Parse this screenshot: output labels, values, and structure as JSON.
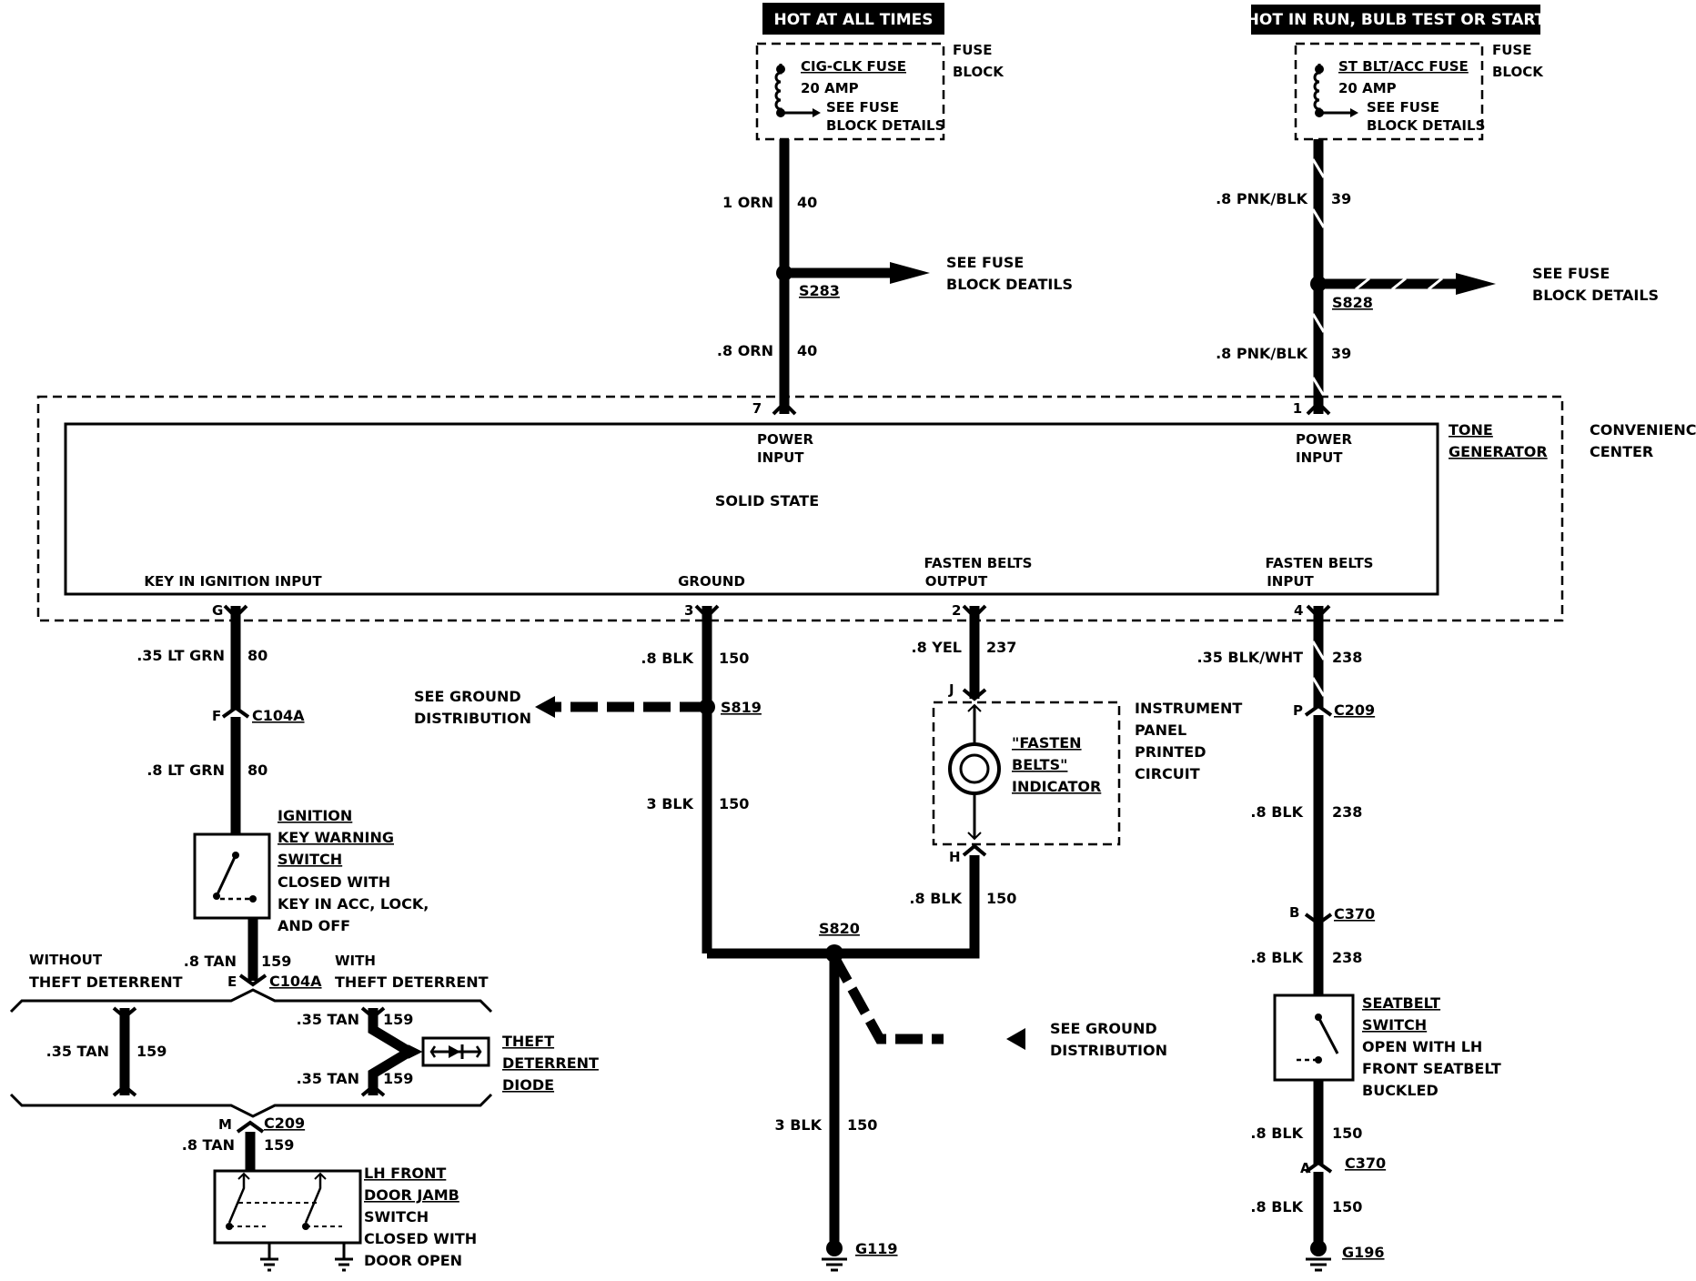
{
  "headers": {
    "hot_at_all_times": "HOT AT ALL TIMES",
    "hot_in_run": "HOT IN RUN, BULB TEST OR START"
  },
  "fuses": {
    "left": {
      "name": "CIG-CLK FUSE",
      "rating": "20 AMP",
      "see1": "SEE FUSE",
      "see2": "BLOCK DETAILS"
    },
    "right": {
      "name": "ST BLT/ACC FUSE",
      "rating": "20 AMP",
      "see1": "SEE FUSE",
      "see2": "BLOCK DETAILS"
    },
    "block_label1": "FUSE",
    "block_label2": "BLOCK"
  },
  "wires": {
    "w_1orn": {
      "gauge": "1 ORN",
      "circuit": "40"
    },
    "w_8orn": {
      "gauge": ".8 ORN",
      "circuit": "40"
    },
    "w_pnk1": {
      "gauge": ".8 PNK/BLK",
      "circuit": "39"
    },
    "w_pnk2": {
      "gauge": ".8 PNK/BLK",
      "circuit": "39"
    },
    "w_ltgrn35": {
      "gauge": ".35 LT GRN",
      "circuit": "80"
    },
    "w_ltgrn8": {
      "gauge": ".8 LT GRN",
      "circuit": "80"
    },
    "w_8blk_gnd": {
      "gauge": ".8 BLK",
      "circuit": "150"
    },
    "w_3blk_a": {
      "gauge": "3 BLK",
      "circuit": "150"
    },
    "w_3blk_b": {
      "gauge": "3 BLK",
      "circuit": "150"
    },
    "w_8yel": {
      "gauge": ".8 YEL",
      "circuit": "237"
    },
    "w_8blk_h": {
      "gauge": ".8 BLK",
      "circuit": "150"
    },
    "w_35blkwht": {
      "gauge": ".35 BLK/WHT",
      "circuit": "238"
    },
    "w_8blk_238a": {
      "gauge": ".8 BLK",
      "circuit": "238"
    },
    "w_8blk_238b": {
      "gauge": ".8 BLK",
      "circuit": "238"
    },
    "w_8blk_150a": {
      "gauge": ".8 BLK",
      "circuit": "150"
    },
    "w_8blk_150b": {
      "gauge": ".8 BLK",
      "circuit": "150"
    },
    "w_8tan": {
      "gauge": ".8 TAN",
      "circuit": "159"
    },
    "w_35tan_l": {
      "gauge": ".35 TAN",
      "circuit": "159"
    },
    "w_35tan_r1": {
      "gauge": ".35 TAN",
      "circuit": "159"
    },
    "w_35tan_r2": {
      "gauge": ".35 TAN",
      "circuit": "159"
    },
    "w_8tan_b": {
      "gauge": ".8 TAN",
      "circuit": "159"
    }
  },
  "splices": {
    "s283": "S283",
    "s828": "S828",
    "s819": "S819",
    "s820": "S820"
  },
  "see_fuse": {
    "left1": "SEE FUSE",
    "left2": "BLOCK DEATILS",
    "right1": "SEE FUSE",
    "right2": "BLOCK DETAILS"
  },
  "see_ground": {
    "a1": "SEE GROUND",
    "a2": "DISTRIBUTION",
    "b1": "SEE GROUND",
    "b2": "DISTRIBUTION"
  },
  "module": {
    "pin7": "7",
    "pin1": "1",
    "pin6": "G",
    "pin3": "3",
    "pin2": "2",
    "pin4": "4",
    "power_input_l1": "POWER",
    "power_input_l2": "INPUT",
    "power_input_r1": "POWER",
    "power_input_r2": "INPUT",
    "solid_state": "SOLID STATE",
    "key_in": "KEY IN IGNITION INPUT",
    "ground": "GROUND",
    "fb_out1": "FASTEN BELTS",
    "fb_out2": "OUTPUT",
    "fb_in1": "FASTEN BELTS",
    "fb_in2": "INPUT",
    "tone1": "TONE",
    "tone2": "GENERATOR",
    "conv1": "CONVENIENCE",
    "conv2": "CENTER"
  },
  "connectors": {
    "c104a_f_pin": "F",
    "c104a_f": "C104A",
    "c104a_e_pin": "E",
    "c104a_e": "C104A",
    "c209_p_pin": "P",
    "c209_p": "C209",
    "c370_b_pin": "B",
    "c370_b": "C370",
    "c370_a_pin": "A",
    "c370_a": "C370",
    "c209_m_pin": "M",
    "c209_m": "C209",
    "j": "J",
    "h": "H"
  },
  "ignition_switch": {
    "l1": "IGNITION",
    "l2": "KEY WARNING",
    "l3": "SWITCH",
    "l4": "CLOSED WITH",
    "l5": "KEY IN ACC, LOCK,",
    "l6": "AND OFF"
  },
  "theft": {
    "without1": "WITHOUT",
    "without2": "THEFT DETERRENT",
    "with1": "WITH",
    "with2": "THEFT DETERRENT",
    "diode1": "THEFT",
    "diode2": "DETERRENT",
    "diode3": "DIODE"
  },
  "door_switch": {
    "l1": "LH FRONT",
    "l2": "DOOR JAMB",
    "l3": "SWITCH",
    "l4": "CLOSED WITH",
    "l5": "DOOR OPEN"
  },
  "indicator": {
    "l1": "\"FASTEN",
    "l2": "BELTS\"",
    "l3": "INDICATOR",
    "ip1": "INSTRUMENT",
    "ip2": "PANEL",
    "ip3": "PRINTED",
    "ip4": "CIRCUIT"
  },
  "seatbelt_switch": {
    "l1": "SEATBELT",
    "l2": "SWITCH",
    "l3": "OPEN WITH LH",
    "l4": "FRONT SEATBELT",
    "l5": "BUCKLED"
  },
  "grounds": {
    "g119": "G119",
    "g196": "G196"
  }
}
